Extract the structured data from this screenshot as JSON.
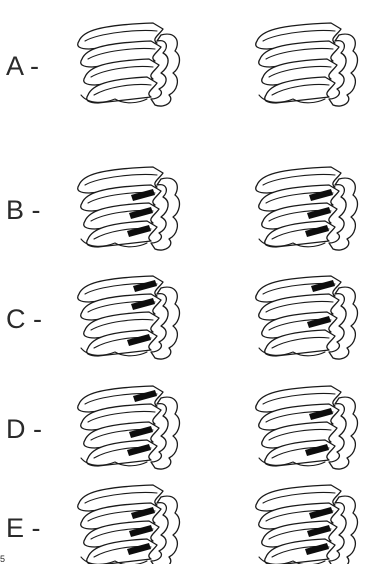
{
  "rows": [
    {
      "label": "A -",
      "left_marks": [],
      "right_marks": []
    },
    {
      "label": "B -",
      "left_marks": [
        1,
        2,
        3
      ],
      "right_marks": [
        1,
        2,
        3
      ]
    },
    {
      "label": "C -",
      "left_marks": [
        0,
        1,
        3
      ],
      "right_marks": [
        0,
        2
      ]
    },
    {
      "label": "D -",
      "left_marks": [
        0,
        2,
        3
      ],
      "right_marks": [
        1,
        3
      ]
    },
    {
      "label": "E -",
      "left_marks": [
        1,
        2,
        3
      ],
      "right_marks": [
        1,
        2,
        3
      ]
    }
  ],
  "page_mark": "5",
  "colors": {
    "ink": "#1a1a1a",
    "fill": "#ffffff",
    "mark": "#0d0d0d"
  }
}
